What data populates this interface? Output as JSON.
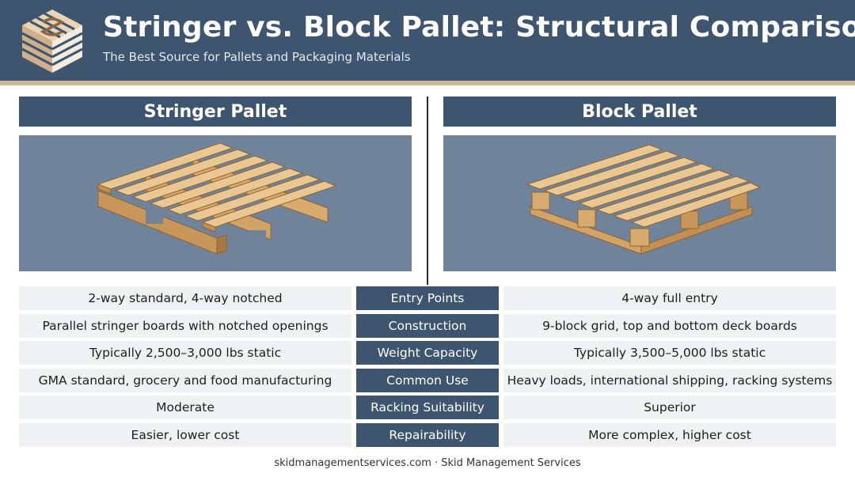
{
  "header": {
    "title": "Stringer vs. Block Pallet: Structural Comparison",
    "subtitle": "The Best Source for Pallets and Packaging Materials"
  },
  "columns": {
    "left_title": "Stringer Pallet",
    "right_title": "Block Pallet"
  },
  "rows": [
    {
      "label": "Entry Points",
      "stringer": "2-way standard, 4-way notched",
      "block": "4-way full entry"
    },
    {
      "label": "Construction",
      "stringer": "Parallel stringer boards with notched openings",
      "block": "9-block grid, top and bottom deck boards"
    },
    {
      "label": "Weight Capacity",
      "stringer": "Typically 2,500–3,000 lbs static",
      "block": "Typically 3,500–5,000 lbs static"
    },
    {
      "label": "Common Use",
      "stringer": "GMA standard, grocery and food manufacturing",
      "block": "Heavy loads, international shipping, racking systems"
    },
    {
      "label": "Racking Suitability",
      "stringer": "Moderate",
      "block": "Superior"
    },
    {
      "label": "Repairability",
      "stringer": "Easier, lower cost",
      "block": "More complex, higher cost"
    }
  ],
  "footer": "skidmanagementservices.com · Skid Management Services",
  "colors": {
    "header_bg": "#3e556f",
    "accent_rule": "#cfb896",
    "panel_bg": "#6f839a",
    "row_bg": "#f0f1f2",
    "wood": "#e8c48e"
  },
  "icons": {
    "logo": "pallet-cube-logo-icon",
    "left_image": "stringer-pallet-illustration",
    "right_image": "block-pallet-illustration"
  }
}
